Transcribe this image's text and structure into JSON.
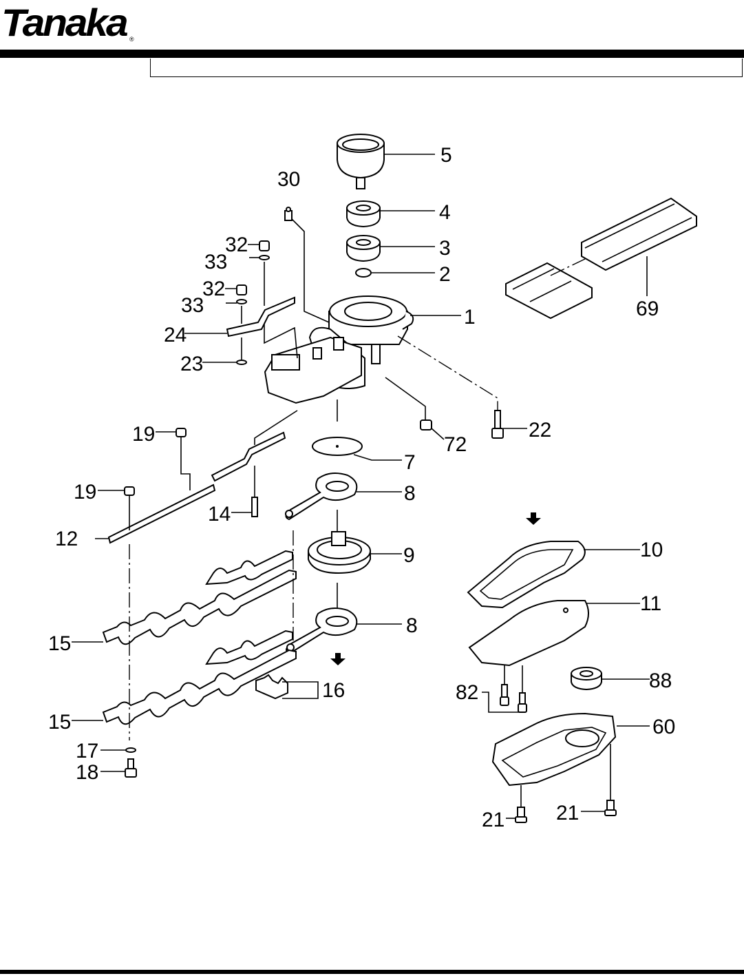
{
  "header": {
    "brand": "Tanaka",
    "registered_mark": "®",
    "title": ""
  },
  "diagram": {
    "callouts": [
      {
        "id": "p1",
        "number": "1"
      },
      {
        "id": "p2",
        "number": "2"
      },
      {
        "id": "p3",
        "number": "3"
      },
      {
        "id": "p4",
        "number": "4"
      },
      {
        "id": "p5",
        "number": "5"
      },
      {
        "id": "p7",
        "number": "7"
      },
      {
        "id": "p8a",
        "number": "8"
      },
      {
        "id": "p8b",
        "number": "8"
      },
      {
        "id": "p9",
        "number": "9"
      },
      {
        "id": "p10",
        "number": "10"
      },
      {
        "id": "p11",
        "number": "11"
      },
      {
        "id": "p12",
        "number": "12"
      },
      {
        "id": "p14",
        "number": "14"
      },
      {
        "id": "p15a",
        "number": "15"
      },
      {
        "id": "p15b",
        "number": "15"
      },
      {
        "id": "p16",
        "number": "16"
      },
      {
        "id": "p17",
        "number": "17"
      },
      {
        "id": "p18",
        "number": "18"
      },
      {
        "id": "p19a",
        "number": "19"
      },
      {
        "id": "p19b",
        "number": "19"
      },
      {
        "id": "p21a",
        "number": "21"
      },
      {
        "id": "p21b",
        "number": "21"
      },
      {
        "id": "p22",
        "number": "22"
      },
      {
        "id": "p23",
        "number": "23"
      },
      {
        "id": "p24",
        "number": "24"
      },
      {
        "id": "p30",
        "number": "30"
      },
      {
        "id": "p32a",
        "number": "32"
      },
      {
        "id": "p32b",
        "number": "32"
      },
      {
        "id": "p33a",
        "number": "33"
      },
      {
        "id": "p33b",
        "number": "33"
      },
      {
        "id": "p60",
        "number": "60"
      },
      {
        "id": "p69",
        "number": "69"
      },
      {
        "id": "p72",
        "number": "72"
      },
      {
        "id": "p82",
        "number": "82"
      },
      {
        "id": "p88",
        "number": "88"
      }
    ]
  }
}
